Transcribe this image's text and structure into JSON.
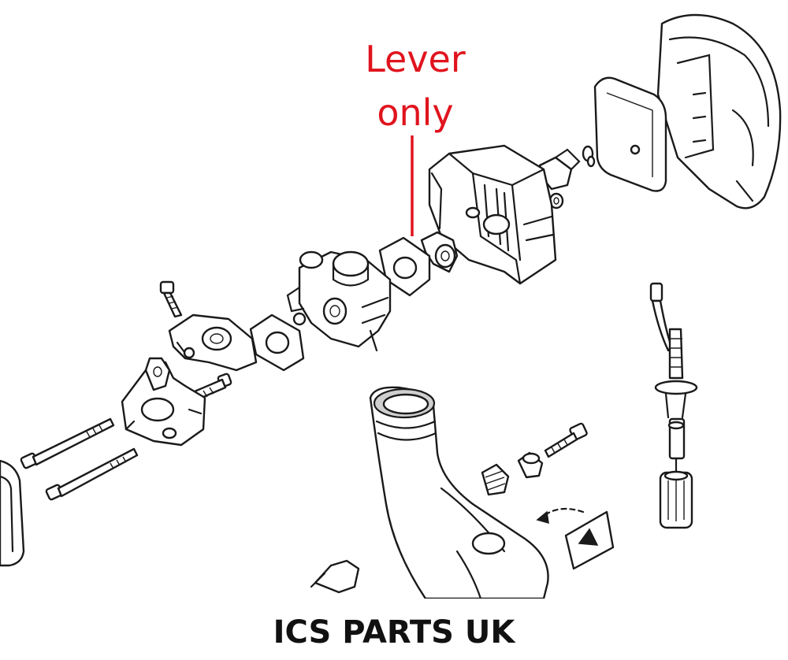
{
  "callout": {
    "line1": "Lever",
    "line2": "only",
    "color": "#e0141e"
  },
  "footer": {
    "brand": "ICS PARTS UK"
  }
}
